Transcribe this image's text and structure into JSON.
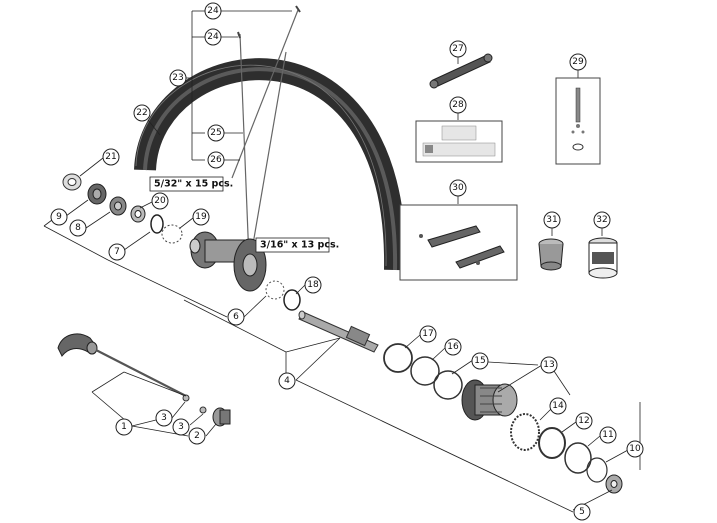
{
  "callouts": [
    {
      "id": "c1",
      "label": "1"
    },
    {
      "id": "c2",
      "label": "2"
    },
    {
      "id": "c3a",
      "label": "3"
    },
    {
      "id": "c3b",
      "label": "3"
    },
    {
      "id": "c4",
      "label": "4"
    },
    {
      "id": "c5",
      "label": "5"
    },
    {
      "id": "c6",
      "label": "6"
    },
    {
      "id": "c7",
      "label": "7"
    },
    {
      "id": "c8",
      "label": "8"
    },
    {
      "id": "c9",
      "label": "9"
    },
    {
      "id": "c10",
      "label": "10"
    },
    {
      "id": "c11",
      "label": "11"
    },
    {
      "id": "c12",
      "label": "12"
    },
    {
      "id": "c13",
      "label": "13"
    },
    {
      "id": "c14",
      "label": "14"
    },
    {
      "id": "c15",
      "label": "15"
    },
    {
      "id": "c16",
      "label": "16"
    },
    {
      "id": "c17",
      "label": "17"
    },
    {
      "id": "c18",
      "label": "18"
    },
    {
      "id": "c19",
      "label": "19"
    },
    {
      "id": "c20",
      "label": "20"
    },
    {
      "id": "c21",
      "label": "21"
    },
    {
      "id": "c22",
      "label": "22"
    },
    {
      "id": "c23",
      "label": "23"
    },
    {
      "id": "c24a",
      "label": "24"
    },
    {
      "id": "c24b",
      "label": "24"
    },
    {
      "id": "c25",
      "label": "25"
    },
    {
      "id": "c26",
      "label": "26"
    },
    {
      "id": "c27",
      "label": "27"
    },
    {
      "id": "c28",
      "label": "28"
    },
    {
      "id": "c29",
      "label": "29"
    },
    {
      "id": "c30",
      "label": "30"
    },
    {
      "id": "c31",
      "label": "31"
    },
    {
      "id": "c32",
      "label": "32"
    }
  ],
  "notes": {
    "spoke_ball_count": "5/32\" x 15 pcs.",
    "bearing_ball_count": "3/16\" x 13 pcs."
  },
  "colors": {
    "rim": "#3a3a3a",
    "part_gray": "#9a9a9a",
    "part_dark": "#555555",
    "line": "#222222"
  }
}
